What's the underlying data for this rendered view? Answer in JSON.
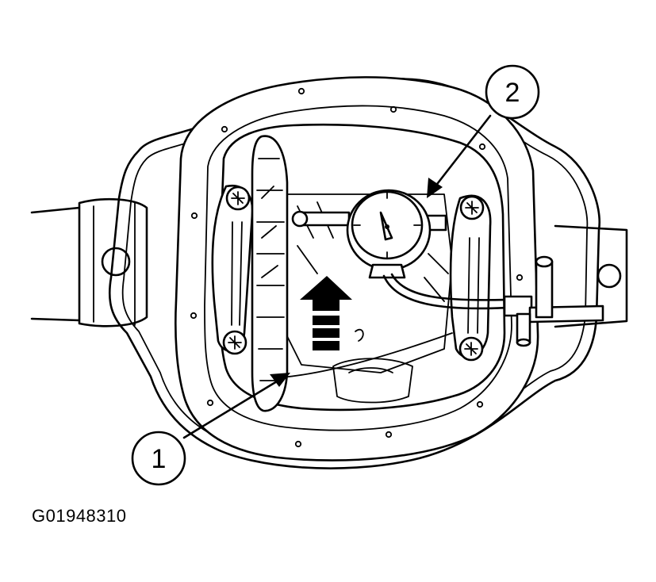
{
  "figure_id": "G01948310",
  "callouts": [
    {
      "label": "1"
    },
    {
      "label": "2"
    }
  ],
  "icons": [
    "axle-housing",
    "ring-gear",
    "dial-indicator",
    "magnetic-base",
    "arrow"
  ]
}
